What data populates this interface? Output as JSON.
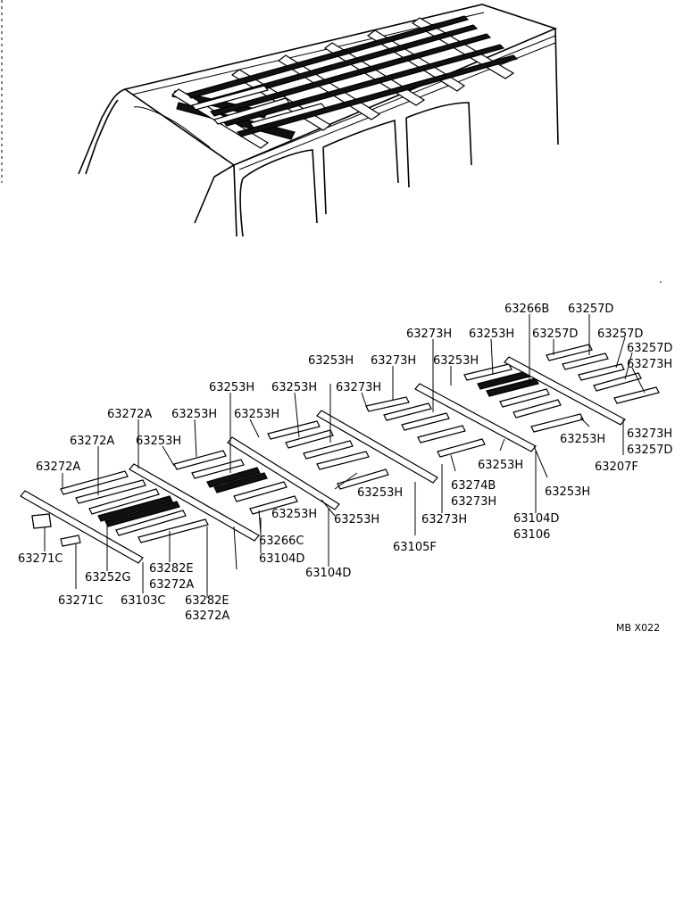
{
  "diagram_code": "MB X022",
  "callouts": [
    {
      "id": "c1",
      "text": "63266B"
    },
    {
      "id": "c2",
      "text": "63257D"
    },
    {
      "id": "c3",
      "text": "63273H"
    },
    {
      "id": "c4",
      "text": "63253H"
    },
    {
      "id": "c5",
      "text": "63257D"
    },
    {
      "id": "c6",
      "text": "63257D"
    },
    {
      "id": "c7",
      "text": "63257D"
    },
    {
      "id": "c8",
      "text": "63273H"
    },
    {
      "id": "c9",
      "text": "63253H"
    },
    {
      "id": "c10",
      "text": "63273H"
    },
    {
      "id": "c11",
      "text": "63253H"
    },
    {
      "id": "c12",
      "text": "63253H"
    },
    {
      "id": "c13",
      "text": "63253H"
    },
    {
      "id": "c14",
      "text": "63273H"
    },
    {
      "id": "c15",
      "text": "63272A"
    },
    {
      "id": "c16",
      "text": "63253H"
    },
    {
      "id": "c17",
      "text": "63253H"
    },
    {
      "id": "c18",
      "text": "63272A"
    },
    {
      "id": "c19",
      "text": "63253H"
    },
    {
      "id": "c20",
      "text": "63272A"
    },
    {
      "id": "c21",
      "text": "63273H"
    },
    {
      "id": "c22",
      "text": "63257D"
    },
    {
      "id": "c23",
      "text": "63253H"
    },
    {
      "id": "c24",
      "text": "63207F"
    },
    {
      "id": "c25",
      "text": "63253H"
    },
    {
      "id": "c26",
      "text": "63253H"
    },
    {
      "id": "c27",
      "text": "63274B"
    },
    {
      "id": "c28",
      "text": "63273H"
    },
    {
      "id": "c29",
      "text": "63253H"
    },
    {
      "id": "c30",
      "text": "63253H"
    },
    {
      "id": "c31",
      "text": "63273H"
    },
    {
      "id": "c32",
      "text": "63104D"
    },
    {
      "id": "c33",
      "text": "63106"
    },
    {
      "id": "c34",
      "text": "63253H"
    },
    {
      "id": "c35",
      "text": "63105F"
    },
    {
      "id": "c36",
      "text": "63266C"
    },
    {
      "id": "c37",
      "text": "63104D"
    },
    {
      "id": "c38",
      "text": "63104D"
    },
    {
      "id": "c39",
      "text": "63271C"
    },
    {
      "id": "c40",
      "text": "63252G"
    },
    {
      "id": "c41",
      "text": "63282E"
    },
    {
      "id": "c42",
      "text": "63272A"
    },
    {
      "id": "c43",
      "text": "63271C"
    },
    {
      "id": "c44",
      "text": "63103C"
    },
    {
      "id": "c45",
      "text": "63282E"
    },
    {
      "id": "c46",
      "text": "63272A"
    }
  ]
}
